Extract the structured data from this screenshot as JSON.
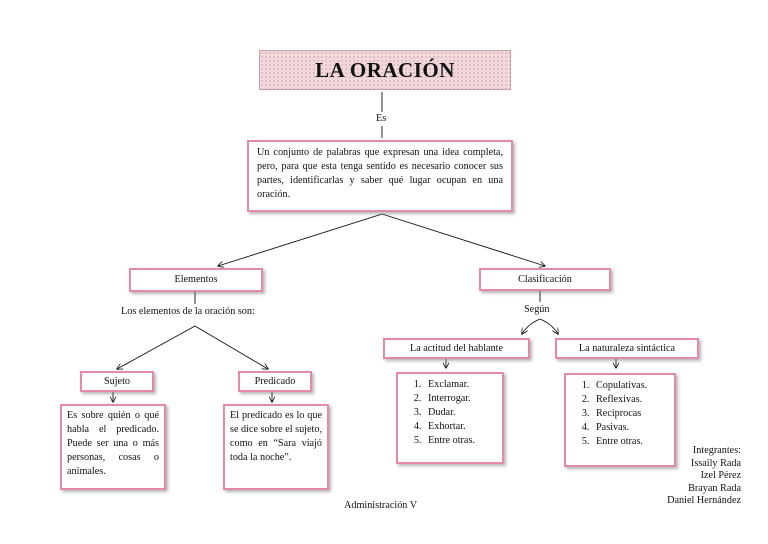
{
  "title": "LA ORACIÓN",
  "connector_es": "Es",
  "definition": "Un conjunto de palabras que expresan una idea completa, pero, para que esta tenga sentido es necesario conocer sus partes, identificarlas y saber qué lugar ocupan en una oración.",
  "elementos": {
    "label": "Elementos",
    "connector": "Los elementos de la oración son:",
    "sujeto": {
      "label": "Sujeto",
      "description": "Es sobre quién o qué habla el predicado. Puede ser una o más personas, cosas o animales."
    },
    "predicado": {
      "label": "Predicado",
      "description": "El predicado es lo que se dice sobre el sujeto, como en “Sara viajó toda la noche”."
    }
  },
  "clasificacion": {
    "label": "Clasificación",
    "connector": "Según",
    "actitud": {
      "label": "La actitud del hablante",
      "items": [
        "Exclamar.",
        "Interrogar.",
        "Dudar.",
        "Exhortar.",
        "Entre otras."
      ]
    },
    "naturaleza": {
      "label": "La naturaleza sintáctica",
      "items": [
        "Copulativas.",
        "Reflexivas.",
        "Reciprocas",
        "Pasivas.",
        "Entre otras."
      ]
    }
  },
  "footer": "Administración V",
  "integrantes": {
    "heading": "Integrantes:",
    "names": [
      "Issaily Rada",
      "Izel Pérez",
      "Brayan Rada",
      "Daniel Hernández"
    ]
  },
  "colors": {
    "box_border": "#e48aa6",
    "title_bg": "#f0d8dc"
  }
}
